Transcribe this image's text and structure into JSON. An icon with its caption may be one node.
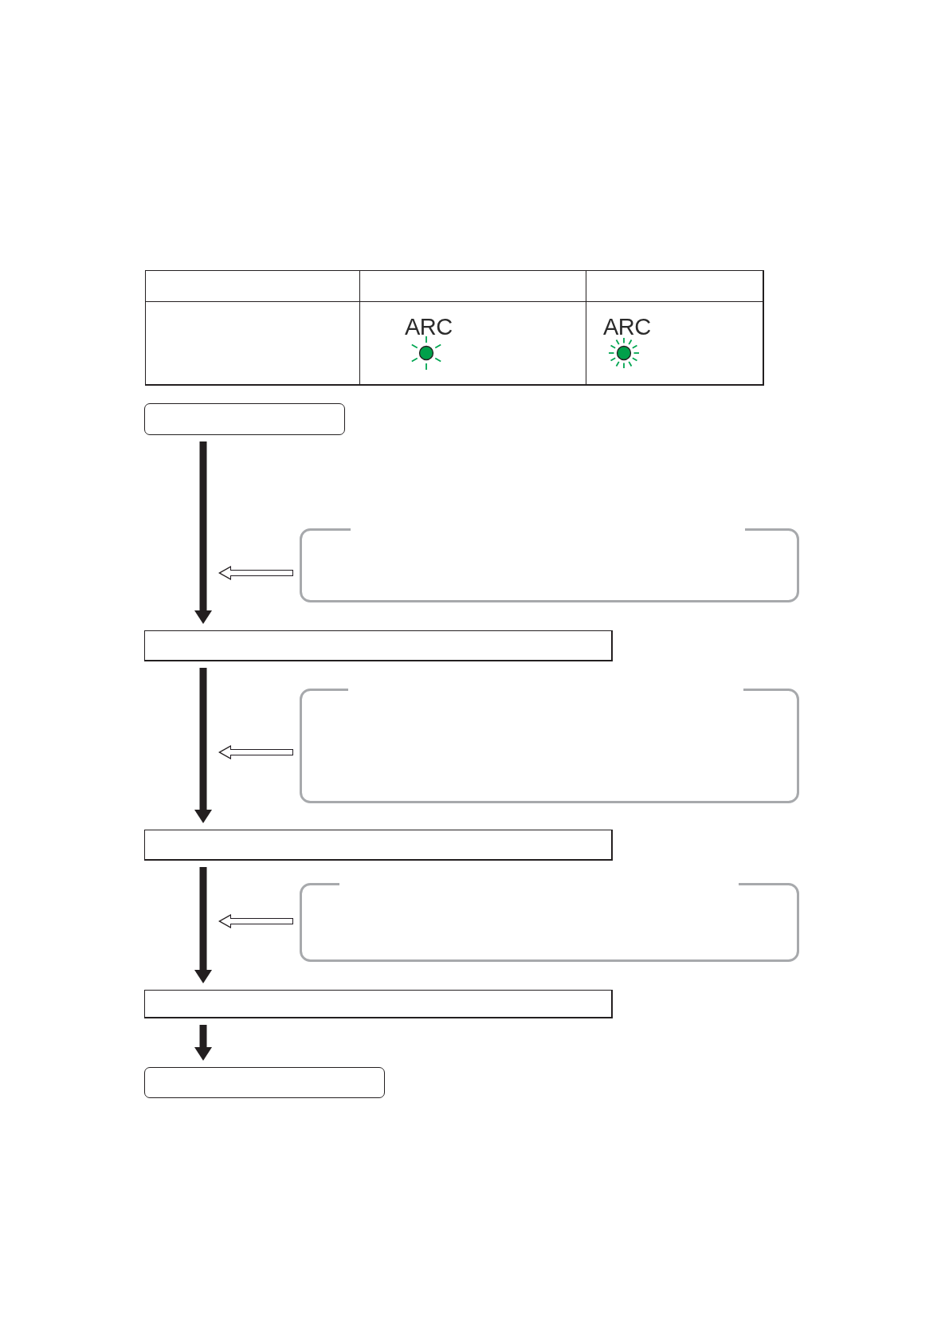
{
  "diagram": {
    "nodes": [
      {
        "text": [],
        "shape": "box"
      },
      {
        "text": [],
        "shape": "box"
      },
      {
        "text": [],
        "shape": "box"
      },
      {
        "text": [],
        "shape": "box"
      },
      {
        "text": [],
        "shape": "box"
      },
      {
        "text": [],
        "shape": "box"
      },
      {
        "text": [],
        "shape": "box"
      },
      {
        "text": [],
        "shape": "box"
      }
    ],
    "edges": [
      {
        "from": 0,
        "to": 2,
        "arrow": "to"
      },
      {
        "from": 1,
        "to": null,
        "arrow": "to"
      },
      {
        "from": 2,
        "to": 4,
        "arrow": "to"
      },
      {
        "from": 3,
        "to": null,
        "arrow": "to"
      },
      {
        "from": 4,
        "to": 6,
        "arrow": "to"
      },
      {
        "from": 5,
        "to": null,
        "arrow": "to"
      },
      {
        "from": 6,
        "to": 7,
        "arrow": "to"
      }
    ],
    "labels": [
      "ARC",
      "ARC"
    ]
  }
}
